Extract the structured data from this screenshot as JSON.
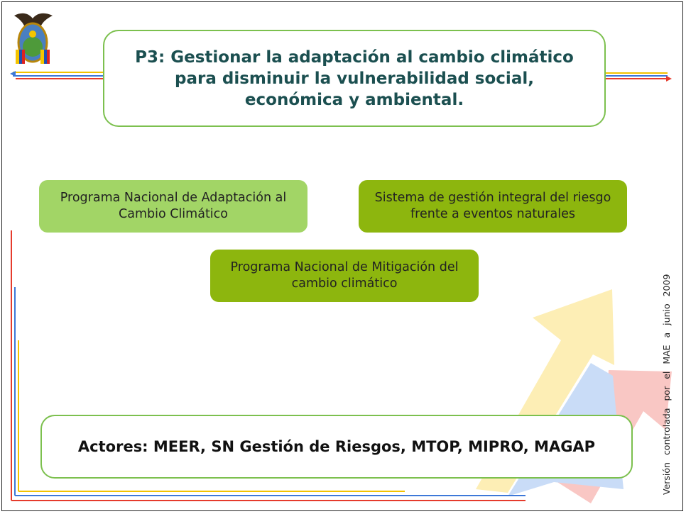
{
  "title": "P3: Gestionar la adaptación al cambio climático para disminuir la vulnerabilidad social, económica y ambiental.",
  "programs": [
    "Programa Nacional de Adaptación al Cambio Climático",
    "Sistema de gestión integral del riesgo frente a eventos naturales",
    "Programa Nacional de Mitigación del cambio climático"
  ],
  "actors": "Actores: MEER, SN Gestión de Riesgos, MTOP, MIPRO, MAGAP",
  "version_note": "Versión controlada por el MAE a junio 2009",
  "colors": {
    "border_green": "#7cc04e",
    "box_light_green": "#a2d566",
    "box_olive_green": "#8db60e",
    "title_text": "#1b4f50",
    "arrow_yellow": "#fdeeb5",
    "arrow_blue": "#c9dcf7",
    "arrow_red": "#f9c7c4"
  },
  "icons": [
    "ecuador-coat-of-arms-logo"
  ]
}
